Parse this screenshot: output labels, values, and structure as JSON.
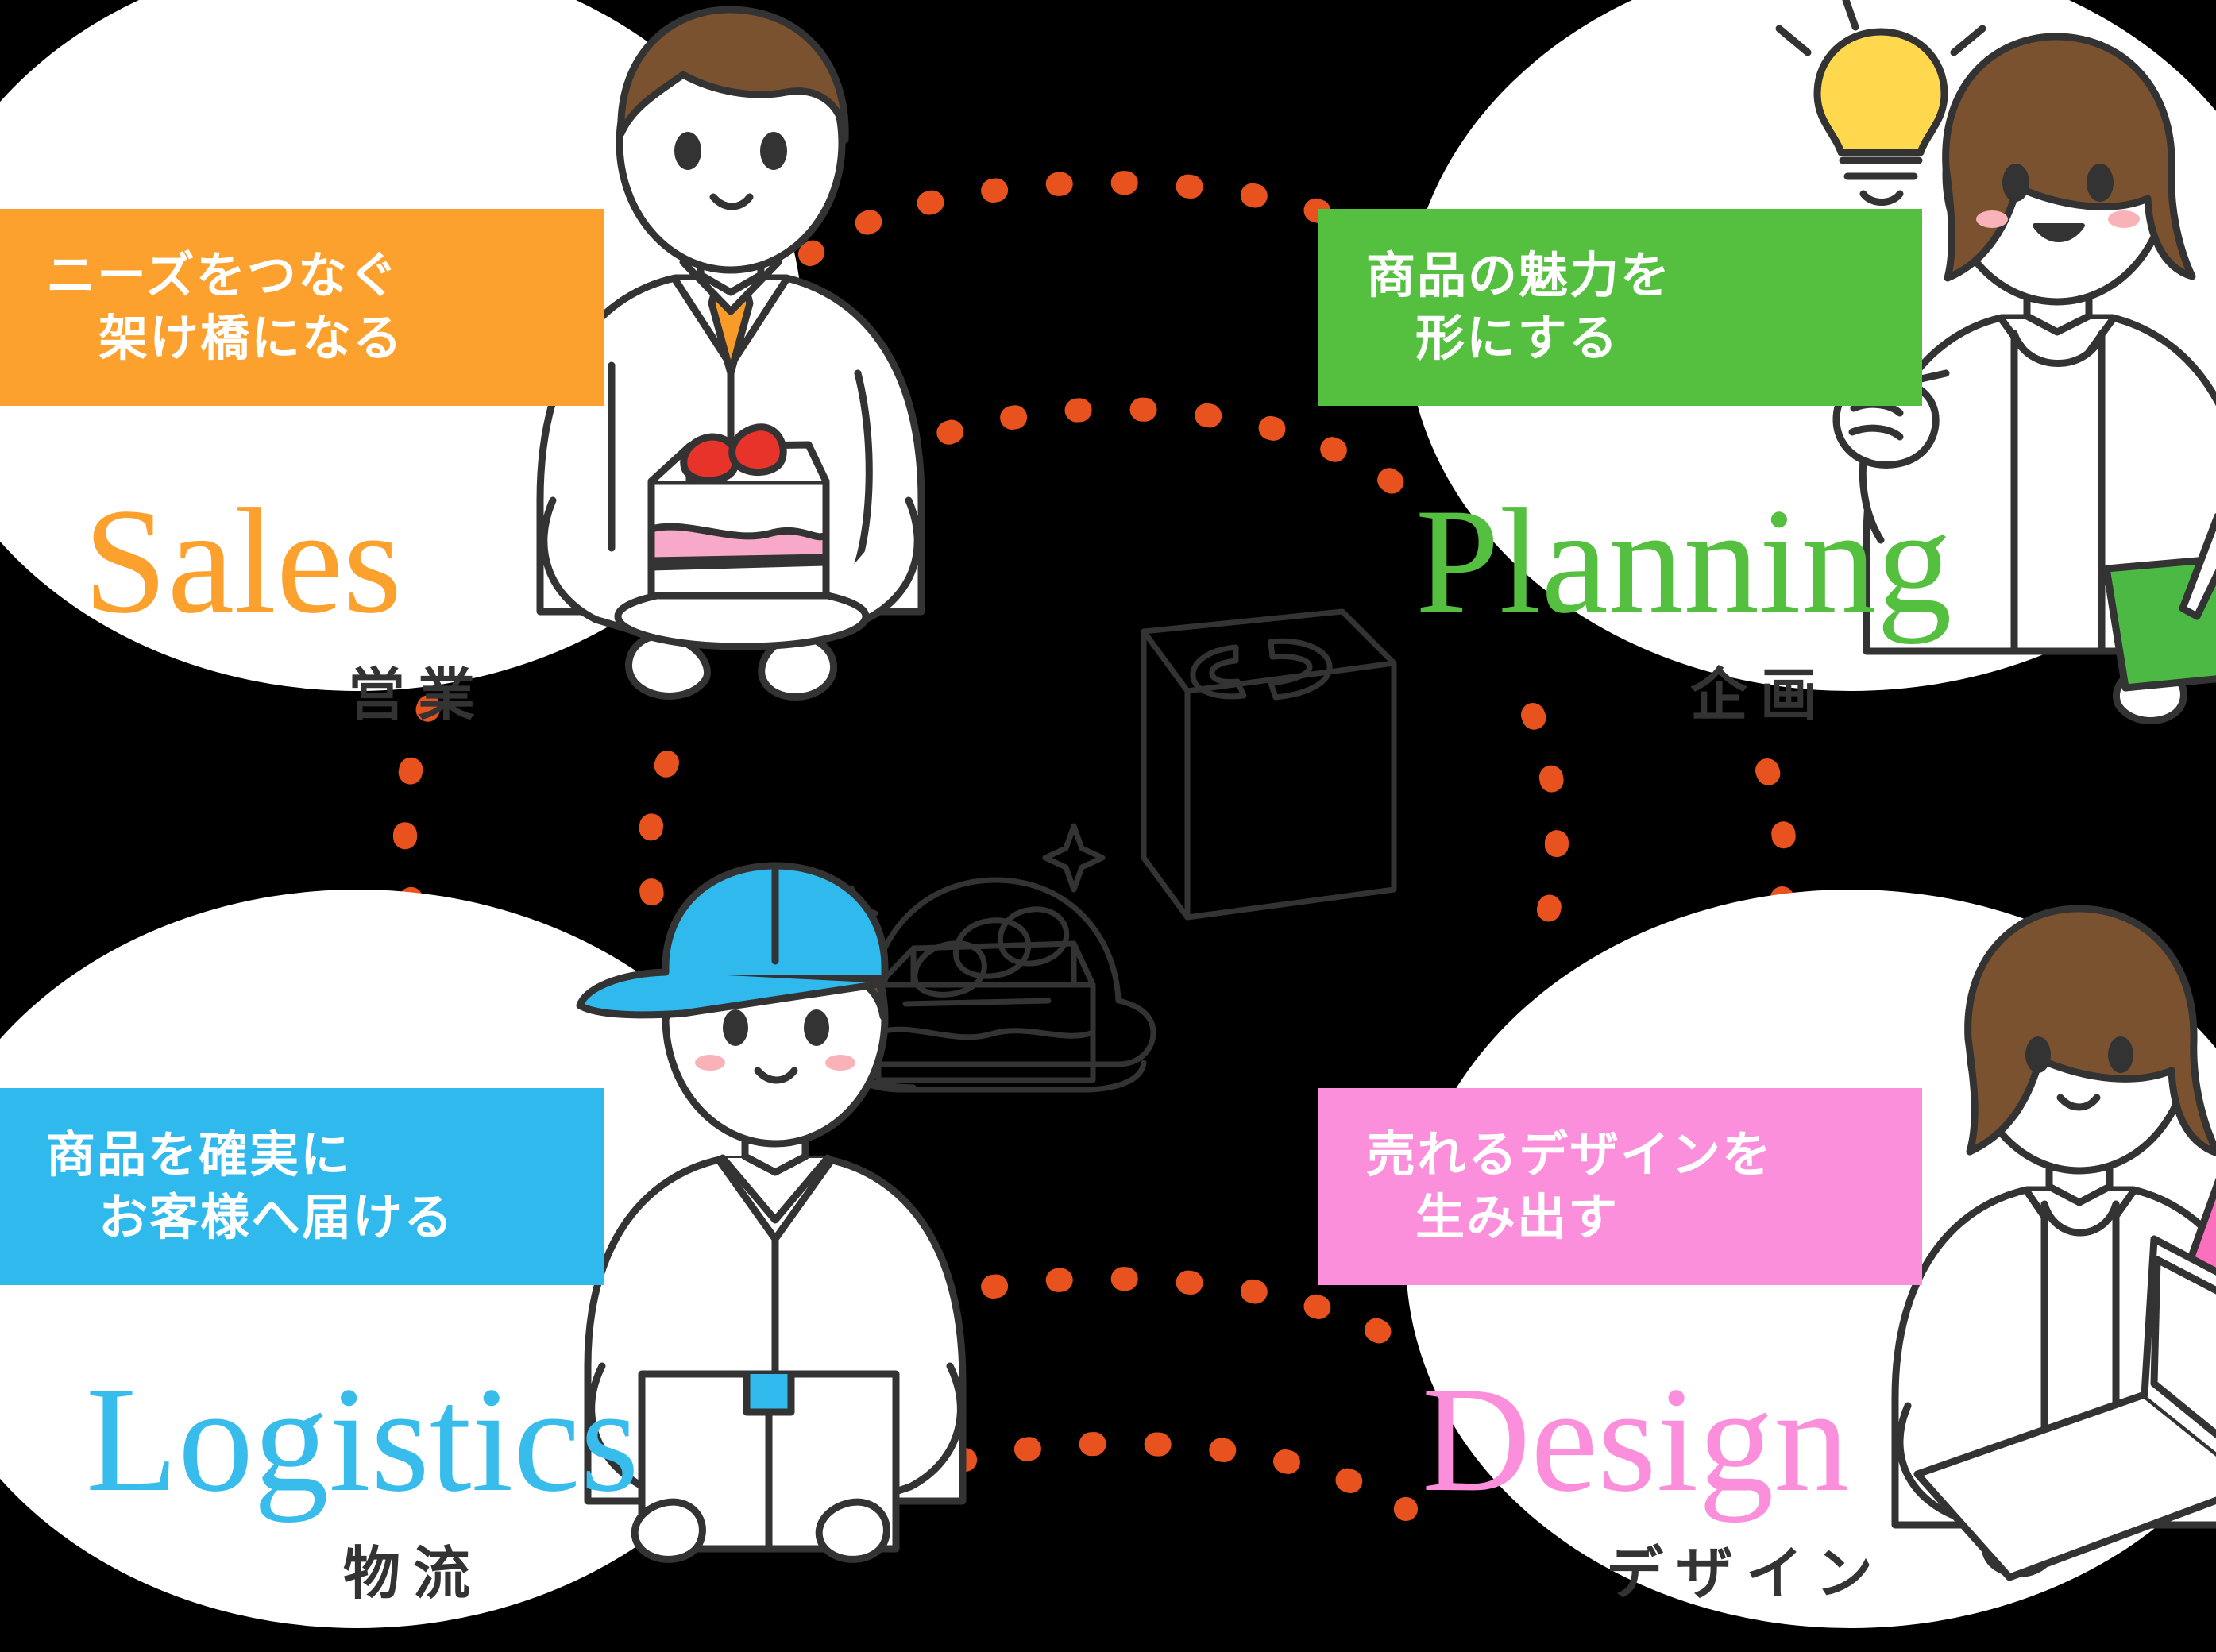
{
  "diagram": {
    "type": "four-department-cycle",
    "background_color": "#000000",
    "connector_color": "#E8521E",
    "quadrants": [
      {
        "id": "sales",
        "position": "top-left",
        "banner_text_line1": "ニーズをつなぐ",
        "banner_text_line2": "架け橋になる",
        "banner_color": "#FCA02E",
        "title_en": "Sales",
        "title_jp": "営業",
        "illustration": "male-staff-holding-cake-plate"
      },
      {
        "id": "planning",
        "position": "top-right",
        "banner_text_line1": "商品の魅力を",
        "banner_text_line2": "形にする",
        "banner_color": "#55BF40",
        "title_en": "Planning",
        "title_jp": "企画",
        "illustration": "female-staff-with-notebook-and-lightbulb"
      },
      {
        "id": "logistics",
        "position": "bottom-left",
        "banner_text_line1": "商品を確実に",
        "banner_text_line2": "お客様へ届ける",
        "banner_color": "#2FB9EC",
        "title_en": "Logistics",
        "title_jp": "物流",
        "illustration": "delivery-staff-with-cap-holding-box"
      },
      {
        "id": "design",
        "position": "bottom-right",
        "banner_text_line1": "売れるデザインを",
        "banner_text_line2": "生み出す",
        "banner_color": "#FB8FDB",
        "title_en": "Design",
        "title_jp": "デザイン",
        "illustration": "female-designer-at-laptop-with-pen"
      }
    ],
    "center_illustration": {
      "items": [
        "gift-box-with-ribbon-logo",
        "cake-slice-under-dome",
        "sparkle",
        "sparkle"
      ],
      "line_color": "#333333"
    }
  }
}
